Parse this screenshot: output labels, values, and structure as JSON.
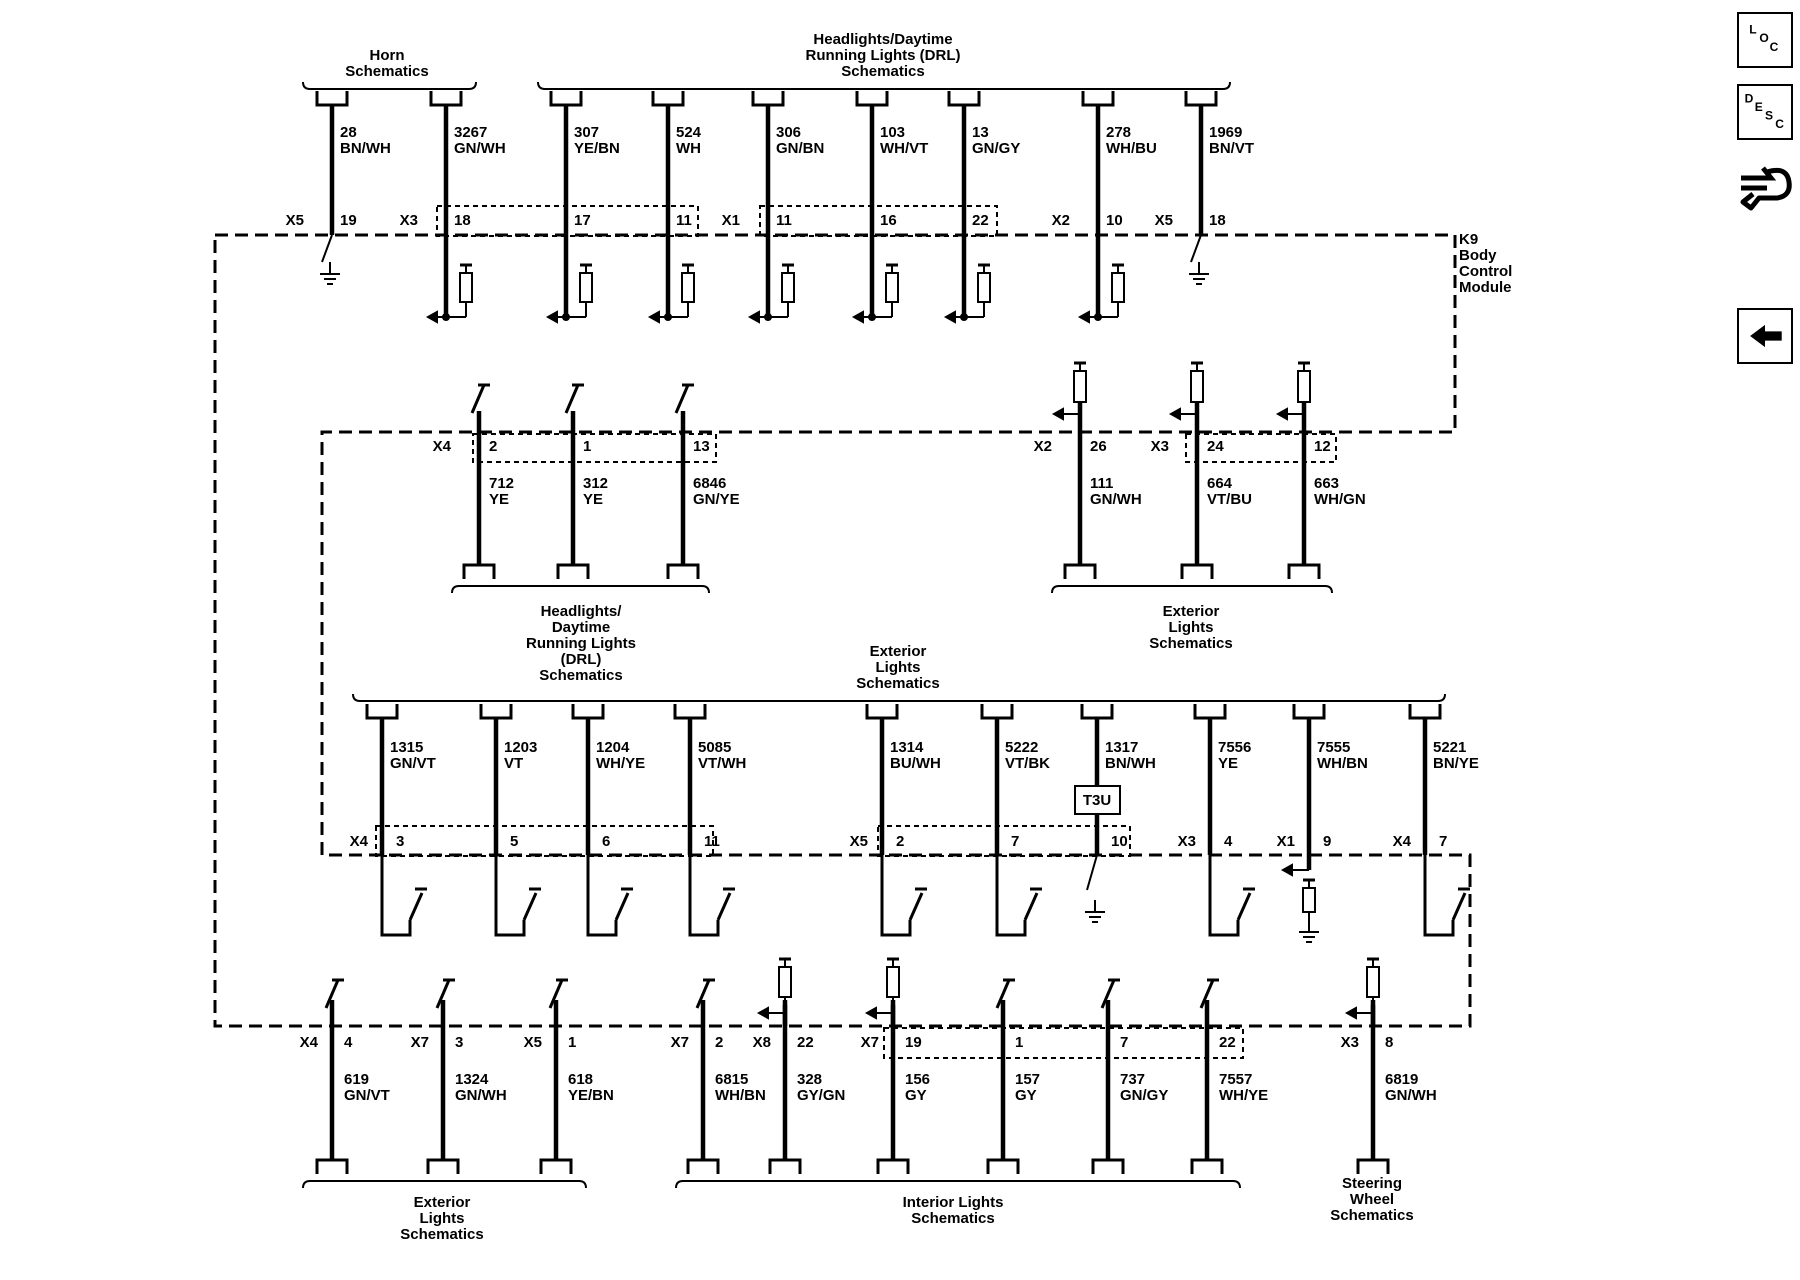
{
  "module": {
    "id": "K9",
    "name_lines": [
      "Body",
      "Control",
      "Module"
    ]
  },
  "sidebar": {
    "loc_button": {
      "letters": [
        "L",
        "O",
        "C"
      ]
    },
    "desc_button": {
      "letters": [
        "D",
        "E",
        "S",
        "C"
      ]
    },
    "connector_icon": "connector-end-view-icon",
    "back_button": {
      "icon": "left-arrow-icon"
    }
  },
  "groups": [
    {
      "id": "horn-top",
      "lines": [
        "Horn",
        "Schematics"
      ]
    },
    {
      "id": "drl-top",
      "lines": [
        "Headlights/Daytime",
        "Running Lights (DRL)",
        "Schematics"
      ]
    },
    {
      "id": "drl-mid",
      "lines": [
        "Headlights/",
        "Daytime",
        "Running Lights",
        "(DRL)",
        "Schematics"
      ]
    },
    {
      "id": "ext-mid",
      "lines": [
        "Exterior",
        "Lights",
        "Schematics"
      ]
    },
    {
      "id": "ext-row3",
      "lines": [
        "Exterior",
        "Lights",
        "Schematics"
      ]
    },
    {
      "id": "ext-bottom",
      "lines": [
        "Exterior",
        "Lights",
        "Schematics"
      ]
    },
    {
      "id": "int-bottom",
      "lines": [
        "Interior Lights",
        "Schematics"
      ]
    },
    {
      "id": "steer-bottom",
      "lines": [
        "Steering",
        "Wheel",
        "Schematics"
      ]
    }
  ],
  "circuits": [
    {
      "circuit": "28",
      "color": "BN/WH",
      "connector": "X5",
      "pin": "19",
      "row": 1
    },
    {
      "circuit": "3267",
      "color": "GN/WH",
      "connector": "X3",
      "pin": "18",
      "row": 1
    },
    {
      "circuit": "307",
      "color": "YE/BN",
      "connector": "",
      "pin": "17",
      "row": 1
    },
    {
      "circuit": "524",
      "color": "WH",
      "connector": "",
      "pin": "11",
      "row": 1
    },
    {
      "circuit": "306",
      "color": "GN/BN",
      "connector": "X1",
      "pin": "11",
      "row": 1
    },
    {
      "circuit": "103",
      "color": "WH/VT",
      "connector": "",
      "pin": "16",
      "row": 1
    },
    {
      "circuit": "13",
      "color": "GN/GY",
      "connector": "",
      "pin": "22",
      "row": 1
    },
    {
      "circuit": "278",
      "color": "WH/BU",
      "connector": "X2",
      "pin": "10",
      "row": 1
    },
    {
      "circuit": "1969",
      "color": "BN/VT",
      "connector": "X5",
      "pin": "18",
      "row": 1
    },
    {
      "circuit": "712",
      "color": "YE",
      "connector": "X4",
      "pin": "2",
      "row": 2
    },
    {
      "circuit": "312",
      "color": "YE",
      "connector": "",
      "pin": "1",
      "row": 2
    },
    {
      "circuit": "6846",
      "color": "GN/YE",
      "connector": "",
      "pin": "13",
      "row": 2
    },
    {
      "circuit": "111",
      "color": "GN/WH",
      "connector": "X2",
      "pin": "26",
      "row": 2
    },
    {
      "circuit": "664",
      "color": "VT/BU",
      "connector": "X3",
      "pin": "24",
      "row": 2
    },
    {
      "circuit": "663",
      "color": "WH/GN",
      "connector": "",
      "pin": "12",
      "row": 2
    },
    {
      "circuit": "1315",
      "color": "GN/VT",
      "connector": "X4",
      "pin": "3",
      "row": 3
    },
    {
      "circuit": "1203",
      "color": "VT",
      "connector": "",
      "pin": "5",
      "row": 3
    },
    {
      "circuit": "1204",
      "color": "WH/YE",
      "connector": "",
      "pin": "6",
      "row": 3
    },
    {
      "circuit": "5085",
      "color": "VT/WH",
      "connector": "",
      "pin": "11",
      "row": 3
    },
    {
      "circuit": "1314",
      "color": "BU/WH",
      "connector": "X5",
      "pin": "2",
      "row": 3
    },
    {
      "circuit": "5222",
      "color": "VT/BK",
      "connector": "",
      "pin": "7",
      "row": 3
    },
    {
      "circuit": "1317",
      "color": "BN/WH",
      "connector": "",
      "pin": "10",
      "row": 3
    },
    {
      "circuit": "7556",
      "color": "YE",
      "connector": "X3",
      "pin": "4",
      "row": 3
    },
    {
      "circuit": "7555",
      "color": "WH/BN",
      "connector": "X1",
      "pin": "9",
      "row": 3
    },
    {
      "circuit": "5221",
      "color": "BN/YE",
      "connector": "X4",
      "pin": "7",
      "row": 3
    },
    {
      "circuit": "619",
      "color": "GN/VT",
      "connector": "X4",
      "pin": "4",
      "row": 4
    },
    {
      "circuit": "1324",
      "color": "GN/WH",
      "connector": "X7",
      "pin": "3",
      "row": 4
    },
    {
      "circuit": "618",
      "color": "YE/BN",
      "connector": "X5",
      "pin": "1",
      "row": 4
    },
    {
      "circuit": "6815",
      "color": "WH/BN",
      "connector": "X7",
      "pin": "2",
      "row": 4
    },
    {
      "circuit": "328",
      "color": "GY/GN",
      "connector": "X8",
      "pin": "22",
      "row": 4
    },
    {
      "circuit": "156",
      "color": "GY",
      "connector": "X7",
      "pin": "19",
      "row": 4
    },
    {
      "circuit": "157",
      "color": "GY",
      "connector": "",
      "pin": "1",
      "row": 4
    },
    {
      "circuit": "737",
      "color": "GN/GY",
      "connector": "",
      "pin": "7",
      "row": 4
    },
    {
      "circuit": "7557",
      "color": "WH/YE",
      "connector": "",
      "pin": "22",
      "row": 4
    },
    {
      "circuit": "6819",
      "color": "GN/WH",
      "connector": "X3",
      "pin": "8",
      "row": 4
    }
  ],
  "components": {
    "t3u": "T3U"
  }
}
